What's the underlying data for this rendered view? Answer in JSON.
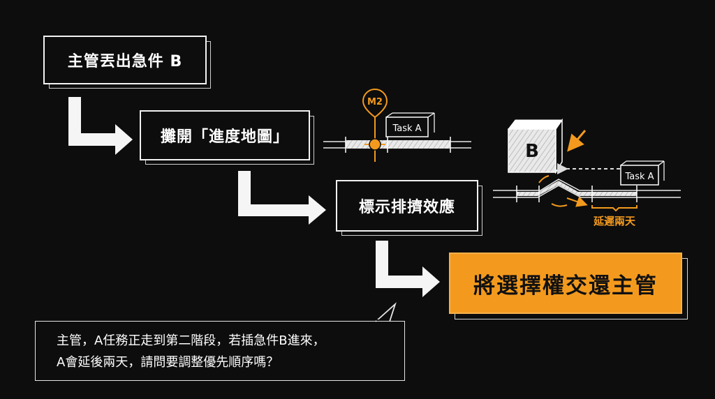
{
  "steps": [
    {
      "label": "主管丟出急件 B"
    },
    {
      "label": "攤開「進度地圖」"
    },
    {
      "label": "標示排擠效應"
    },
    {
      "label": "將選擇權交還主管"
    }
  ],
  "timeline1": {
    "milestone": "M2",
    "task": "Task A"
  },
  "timeline2": {
    "block": "B",
    "task": "Task A",
    "delay_label": "延遲兩天"
  },
  "speech": {
    "line1": "主管，A任務正走到第二階段，若插急件B進來，",
    "line2": "A會延後兩天，請問要調整優先順序嗎？"
  },
  "colors": {
    "accent": "#f39a1e",
    "line": "#f2f2f2",
    "background": "#0d0d0d"
  }
}
